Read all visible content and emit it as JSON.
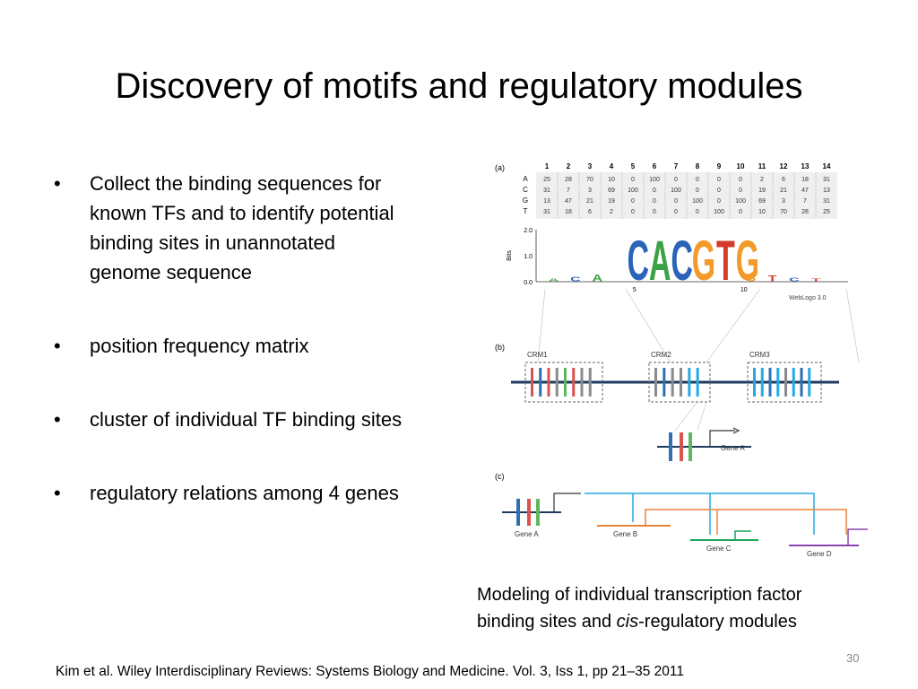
{
  "slide": {
    "title": "Discovery of motifs and regulatory modules",
    "bullets": [
      {
        "line1": "Collect the binding sequences for",
        "line2": "known TFs and to identify potential",
        "line3": "binding sites in unannotated",
        "line4": "genome sequence"
      },
      {
        "text": "position frequency matrix"
      },
      {
        "text": "cluster of individual TF binding sites"
      },
      {
        "text": "regulatory relations among 4 genes"
      }
    ],
    "bullet_symbol": "•",
    "caption": {
      "part1": "Modeling of individual transcription factor",
      "part2": "binding sites and ",
      "italic": "cis",
      "part3": "-regulatory modules"
    },
    "citation": "Kim et al. Wiley Interdisciplinary Reviews: Systems Biology and Medicine. Vol. 3, Iss 1, pp 21–35 2011",
    "page_number": "30"
  },
  "figure": {
    "panel_a_label": "(a)",
    "panel_b_label": "(b)",
    "panel_c_label": "(c)",
    "matrix": {
      "columns": [
        "1",
        "2",
        "3",
        "4",
        "5",
        "6",
        "7",
        "8",
        "9",
        "10",
        "11",
        "12",
        "13",
        "14"
      ],
      "rows": [
        {
          "base": "A",
          "values": [
            "25",
            "28",
            "70",
            "10",
            "0",
            "100",
            "0",
            "0",
            "0",
            "0",
            "2",
            "6",
            "18",
            "31"
          ]
        },
        {
          "base": "C",
          "values": [
            "31",
            "7",
            "3",
            "69",
            "100",
            "0",
            "100",
            "0",
            "0",
            "0",
            "19",
            "21",
            "47",
            "13"
          ]
        },
        {
          "base": "G",
          "values": [
            "13",
            "47",
            "21",
            "19",
            "0",
            "0",
            "0",
            "100",
            "0",
            "100",
            "69",
            "3",
            "7",
            "31"
          ]
        },
        {
          "base": "T",
          "values": [
            "31",
            "18",
            "6",
            "2",
            "0",
            "0",
            "0",
            "0",
            "100",
            "0",
            "10",
            "70",
            "28",
            "25"
          ]
        }
      ]
    },
    "logo": {
      "y_axis_label": "Bits",
      "y_ticks": [
        "2.0",
        "1.0",
        "0.0"
      ],
      "x_ticks": [
        "5",
        "10"
      ],
      "credit": "WebLogo 3.0",
      "core_letters": [
        "C",
        "A",
        "C",
        "G",
        "T",
        "G"
      ],
      "core_colors": [
        "#2a64b8",
        "#3aa244",
        "#2a64b8",
        "#f39b2a",
        "#d63a2a",
        "#f39b2a"
      ]
    },
    "crms": [
      "CRM1",
      "CRM2",
      "CRM3"
    ],
    "gene_a_label_b": "Gene A",
    "genes_c": [
      "Gene A",
      "Gene B",
      "Gene C",
      "Gene D"
    ],
    "colors": {
      "blue": "#2f6fb3",
      "cyan": "#27a9e1",
      "green": "#5cb85c",
      "orange": "#e8823a",
      "red": "#d9534f",
      "gray": "#8a8a8a",
      "purple": "#8e44ad",
      "dark_green": "#1aa35a",
      "navy": "#1f3a5f"
    }
  }
}
